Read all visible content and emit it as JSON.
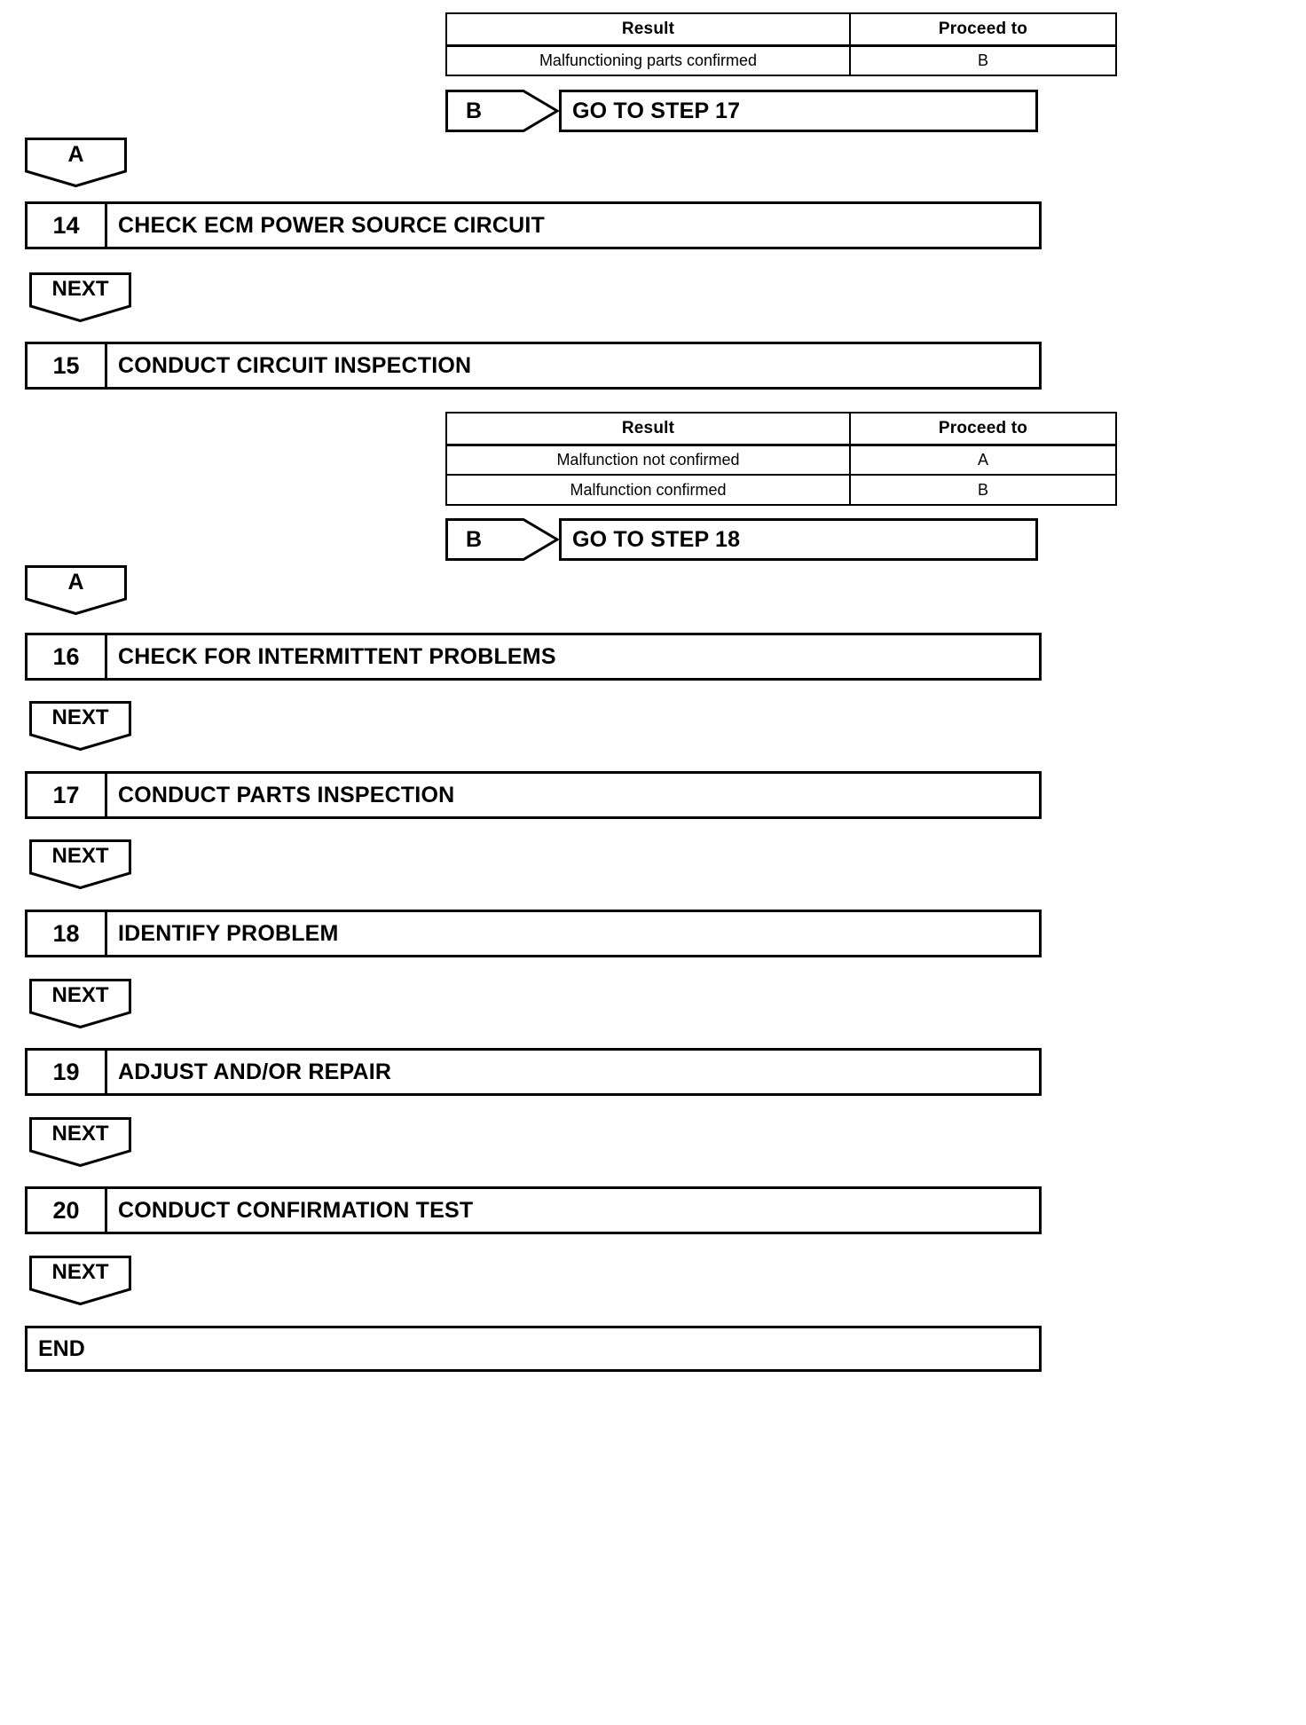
{
  "document": {
    "type": "diagnostic-flowchart",
    "title": "Diagnostic Trouble Flow Chart (Steps 14-20)"
  },
  "tables": [
    {
      "id": "result-table-1",
      "headers": [
        "Result",
        "Proceed to"
      ],
      "rows": [
        [
          "Malfunctioning parts confirmed",
          "B"
        ]
      ]
    },
    {
      "id": "result-table-2",
      "headers": [
        "Result",
        "Proceed to"
      ],
      "rows": [
        [
          "Malfunction not confirmed",
          "A"
        ],
        [
          "Malfunction confirmed",
          "B"
        ]
      ]
    }
  ],
  "goto_rows": [
    {
      "tag": "B",
      "target": "GO TO STEP 17"
    },
    {
      "tag": "B",
      "target": "GO TO STEP 18"
    }
  ],
  "connectors": [
    {
      "label": "A"
    },
    {
      "label": "NEXT"
    },
    {
      "label": "A"
    },
    {
      "label": "NEXT"
    },
    {
      "label": "NEXT"
    },
    {
      "label": "NEXT"
    },
    {
      "label": "NEXT"
    },
    {
      "label": "NEXT"
    },
    {
      "label": "NEXT"
    }
  ],
  "steps": [
    {
      "number": "14",
      "title": "CHECK ECM POWER SOURCE CIRCUIT"
    },
    {
      "number": "15",
      "title": "CONDUCT CIRCUIT INSPECTION"
    },
    {
      "number": "16",
      "title": "CHECK FOR INTERMITTENT PROBLEMS"
    },
    {
      "number": "17",
      "title": "CONDUCT PARTS INSPECTION"
    },
    {
      "number": "18",
      "title": "IDENTIFY PROBLEM"
    },
    {
      "number": "19",
      "title": "ADJUST AND/OR REPAIR"
    },
    {
      "number": "20",
      "title": "CONDUCT CONFIRMATION TEST"
    }
  ],
  "terminal": {
    "label": "END"
  },
  "colors": {
    "line": "#000000",
    "background": "#ffffff",
    "text": "#000000"
  }
}
